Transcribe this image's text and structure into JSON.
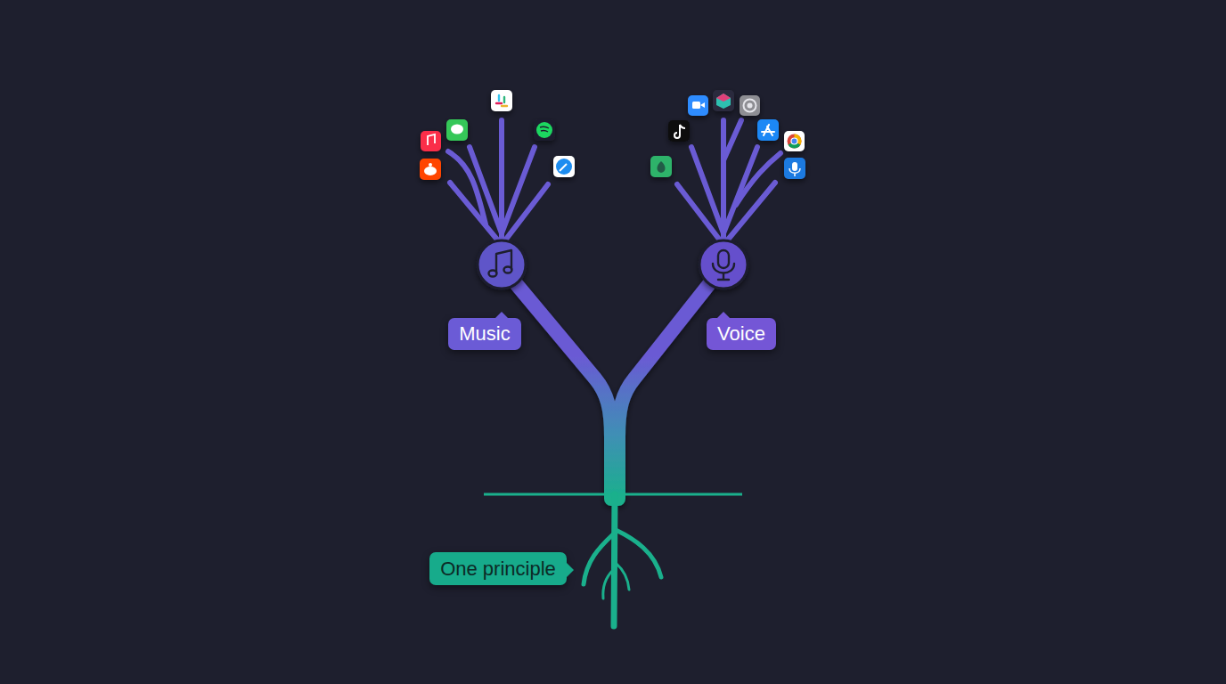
{
  "diagram": {
    "nodes": [
      {
        "text": [
          "Music"
        ]
      },
      {
        "text": [
          "Voice"
        ]
      },
      {
        "text": [
          "One principle"
        ]
      }
    ]
  }
}
